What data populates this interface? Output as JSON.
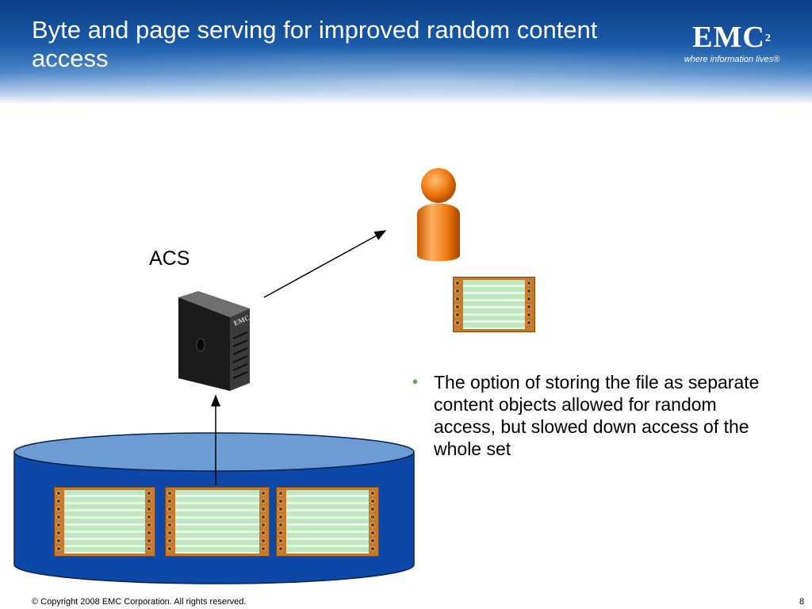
{
  "slide": {
    "title": "Byte and page serving for improved random content access",
    "logo": {
      "wordmark": "EMC",
      "superscript": "2",
      "tagline": "where information lives®"
    },
    "acs_label": "ACS",
    "bullet": "The option of storing the file as separate content objects allowed for random access, but slowed down access of the whole set",
    "footer": "© Copyright 2008 EMC Corporation. All rights reserved.",
    "page_number": "8"
  },
  "colors": {
    "header_dark": "#0b3f86",
    "cylinder_body": "#0d48a8",
    "cylinder_top": "#6d9bd3",
    "person_orange": "#f07a10",
    "bullet_green": "#5aa631",
    "doc_brown": "#c87a2a"
  },
  "icons": {
    "server": "server-tower-icon",
    "person": "user-icon",
    "document": "document-page-icon"
  }
}
